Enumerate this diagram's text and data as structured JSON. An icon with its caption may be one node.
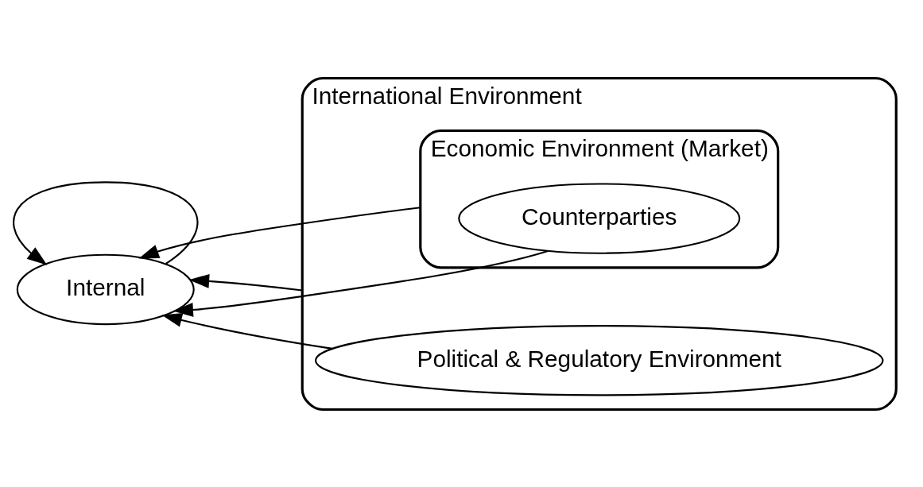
{
  "diagram": {
    "nodes": [
      {
        "text": [
          "Internal"
        ]
      },
      {
        "text": [
          "International Environment"
        ]
      },
      {
        "text": [
          "Economic Environment (Market)"
        ],
        "in": 1
      },
      {
        "text": [
          "Counterparties"
        ],
        "in": 2
      },
      {
        "text": [
          "Political & Regulatory Environment"
        ],
        "in": 1
      }
    ],
    "edges": [
      {
        "from": 3,
        "to": 0,
        "arrow": "to"
      },
      {
        "from": 2,
        "to": 0,
        "arrow": "to"
      },
      {
        "from": 4,
        "to": 0,
        "arrow": "to"
      },
      {
        "from": 1,
        "to": 0,
        "arrow": "to"
      },
      {
        "from": 0,
        "to": 0,
        "arrow": "to"
      }
    ]
  }
}
